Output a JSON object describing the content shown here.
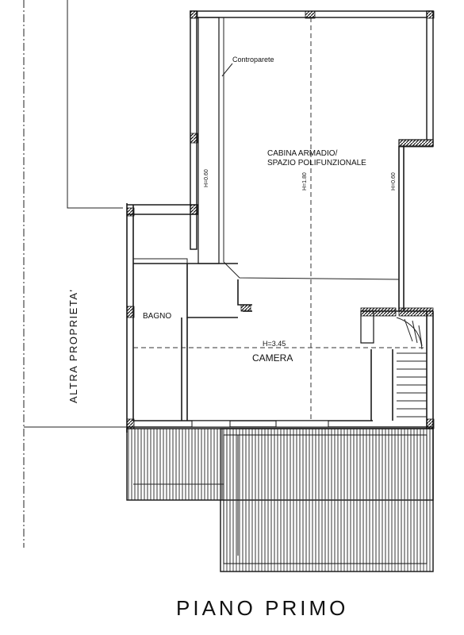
{
  "plan": {
    "title": "PIANO PRIMO",
    "neighbor_label": "ALTRA PROPRIETA'",
    "rooms": {
      "cabina_line1": "CABINA ARMADIO/",
      "cabina_line2": "SPAZIO POLIFUNZIONALE",
      "bagno": "BAGNO",
      "camera": "CAMERA"
    },
    "annotations": {
      "controparete": "Controparete",
      "height_left": "H=0.60",
      "height_center": "H=1.80",
      "height_right": "H=0.60",
      "height_camera": "H=3.45"
    }
  }
}
